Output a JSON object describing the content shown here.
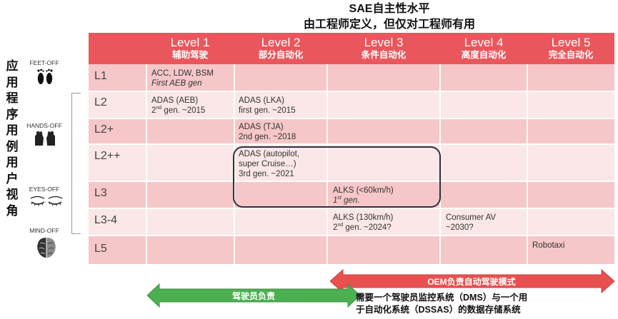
{
  "title": {
    "line1": "SAE自主性水平",
    "line2": "由工程师定义，但仅对工程师有用"
  },
  "side_label": "应用程序用例用户视角",
  "user_states": [
    {
      "label": "FEET-OFF",
      "icon": "feet-icon"
    },
    {
      "label": "HANDS-OFF",
      "icon": "hands-icon"
    },
    {
      "label": "EYES-OFF",
      "icon": "eyes-icon"
    },
    {
      "label": "MIND-OFF",
      "icon": "brain-icon"
    }
  ],
  "levels": [
    {
      "name": "Level 1",
      "cn": "辅助驾驶"
    },
    {
      "name": "Level 2",
      "cn": "部分自动化"
    },
    {
      "name": "Level 3",
      "cn": "条件自动化"
    },
    {
      "name": "Level 4",
      "cn": "高度自动化"
    },
    {
      "name": "Level 5",
      "cn": "完全自动化"
    }
  ],
  "rows": [
    "L1",
    "L2",
    "L2+",
    "L2++",
    "L3",
    "L3-4",
    "L5"
  ],
  "cells": {
    "l1_l1_line1": "ACC, LDW, BSM",
    "l1_l1_line2": "First AEB gen",
    "l2_l1_line1": "ADAS (AEB)",
    "l2_l1_gen_num": "2",
    "l2_l1_gen_sup": "nd",
    "l2_l1_gen_rest": " gen. ~2015",
    "l2_l2_line1": "ADAS (LKA)",
    "l2_l2_line2": "first gen. ~2015",
    "l2p_l2_line1": "ADAS (TJA)",
    "l2p_l2_line2": "2nd gen. ~2018",
    "l2pp_l2_line1": "ADAS (autopilot,",
    "l2pp_l2_line2": "super Cruise…)",
    "l2pp_l2_line3": "3rd gen. ~2021",
    "l3_l3_line1": "ALKS (<60km/h)",
    "l3_l3_gen_num": "1",
    "l3_l3_gen_sup": "st",
    "l3_l3_gen_rest": " gen.",
    "l34_l3_line1": "ALKS (130km/h)",
    "l34_l3_gen_num": "2",
    "l34_l3_gen_sup": "nd",
    "l34_l3_gen_rest": " gen. ~2024?",
    "l34_l4_line1": "Consumer AV",
    "l34_l4_line2": "~2030?",
    "l5_l5": "Robotaxi"
  },
  "arrows": {
    "driver": "驾驶员负责",
    "oem": "OEM负责自动驾驶模式"
  },
  "note": {
    "line1": "需要一个驾驶员监控系统（DMS）与一个用",
    "line2": "于自动化系统（DSSAS）的数据存储系统"
  },
  "colors": {
    "header": "#e9575c",
    "row_dark": "#f6c7c8",
    "row_light": "#fbe7e7",
    "green": "#4caf50",
    "red": "#e8504f"
  }
}
